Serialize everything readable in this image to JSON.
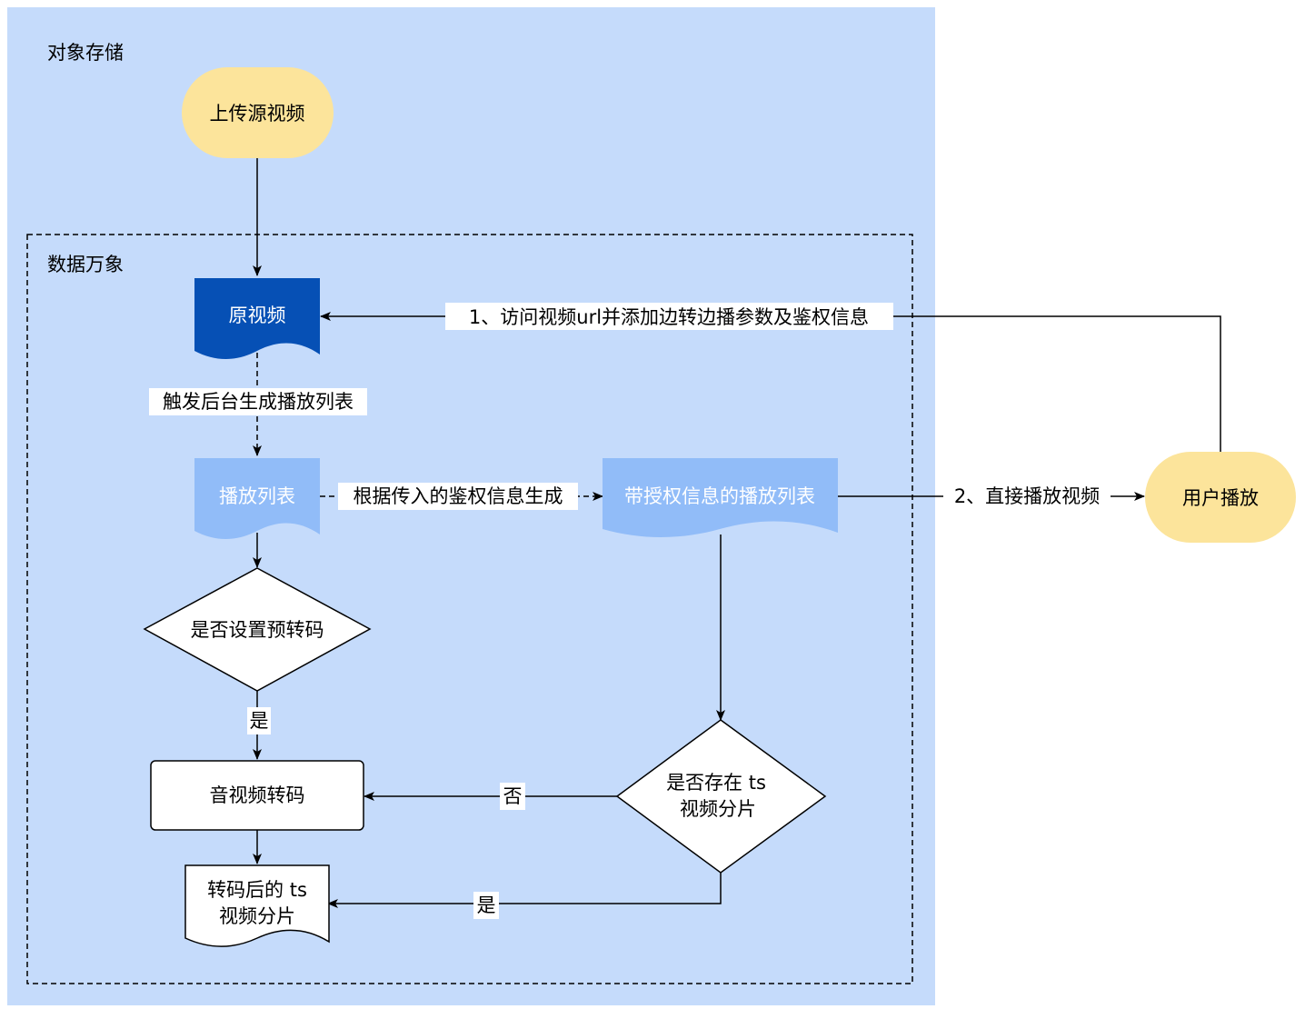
{
  "colors": {
    "storage_bg": "#c5dbfb",
    "terminal_fill": "#fce49b",
    "original_video_fill": "#0650b5",
    "playlist_fill": "#91bcf8",
    "white": "#ffffff",
    "line": "#000000"
  },
  "containers": {
    "object_storage": "对象存储",
    "data_ci": "数据万象"
  },
  "nodes": {
    "upload_source": "上传源视频",
    "original_video": "原视频",
    "playlist": "播放列表",
    "auth_playlist": "带授权信息的播放列表",
    "user_play": "用户播放",
    "preset_transcode_q": "是否设置预转码",
    "av_transcode": "音视频转码",
    "ts_exists_q": [
      "是否存在 ts",
      "视频分片"
    ],
    "transcoded_ts": [
      "转码后的 ts",
      "视频分片"
    ]
  },
  "edges": {
    "trigger_playlist": "触发后台生成播放列表",
    "generate_by_auth": "根据传入的鉴权信息生成",
    "access_url": "1、访问视频url并添加边转边播参数及鉴权信息",
    "direct_play": "2、直接播放视频",
    "yes_transcode": "是",
    "no_ts": "否",
    "yes_ts": "是"
  }
}
